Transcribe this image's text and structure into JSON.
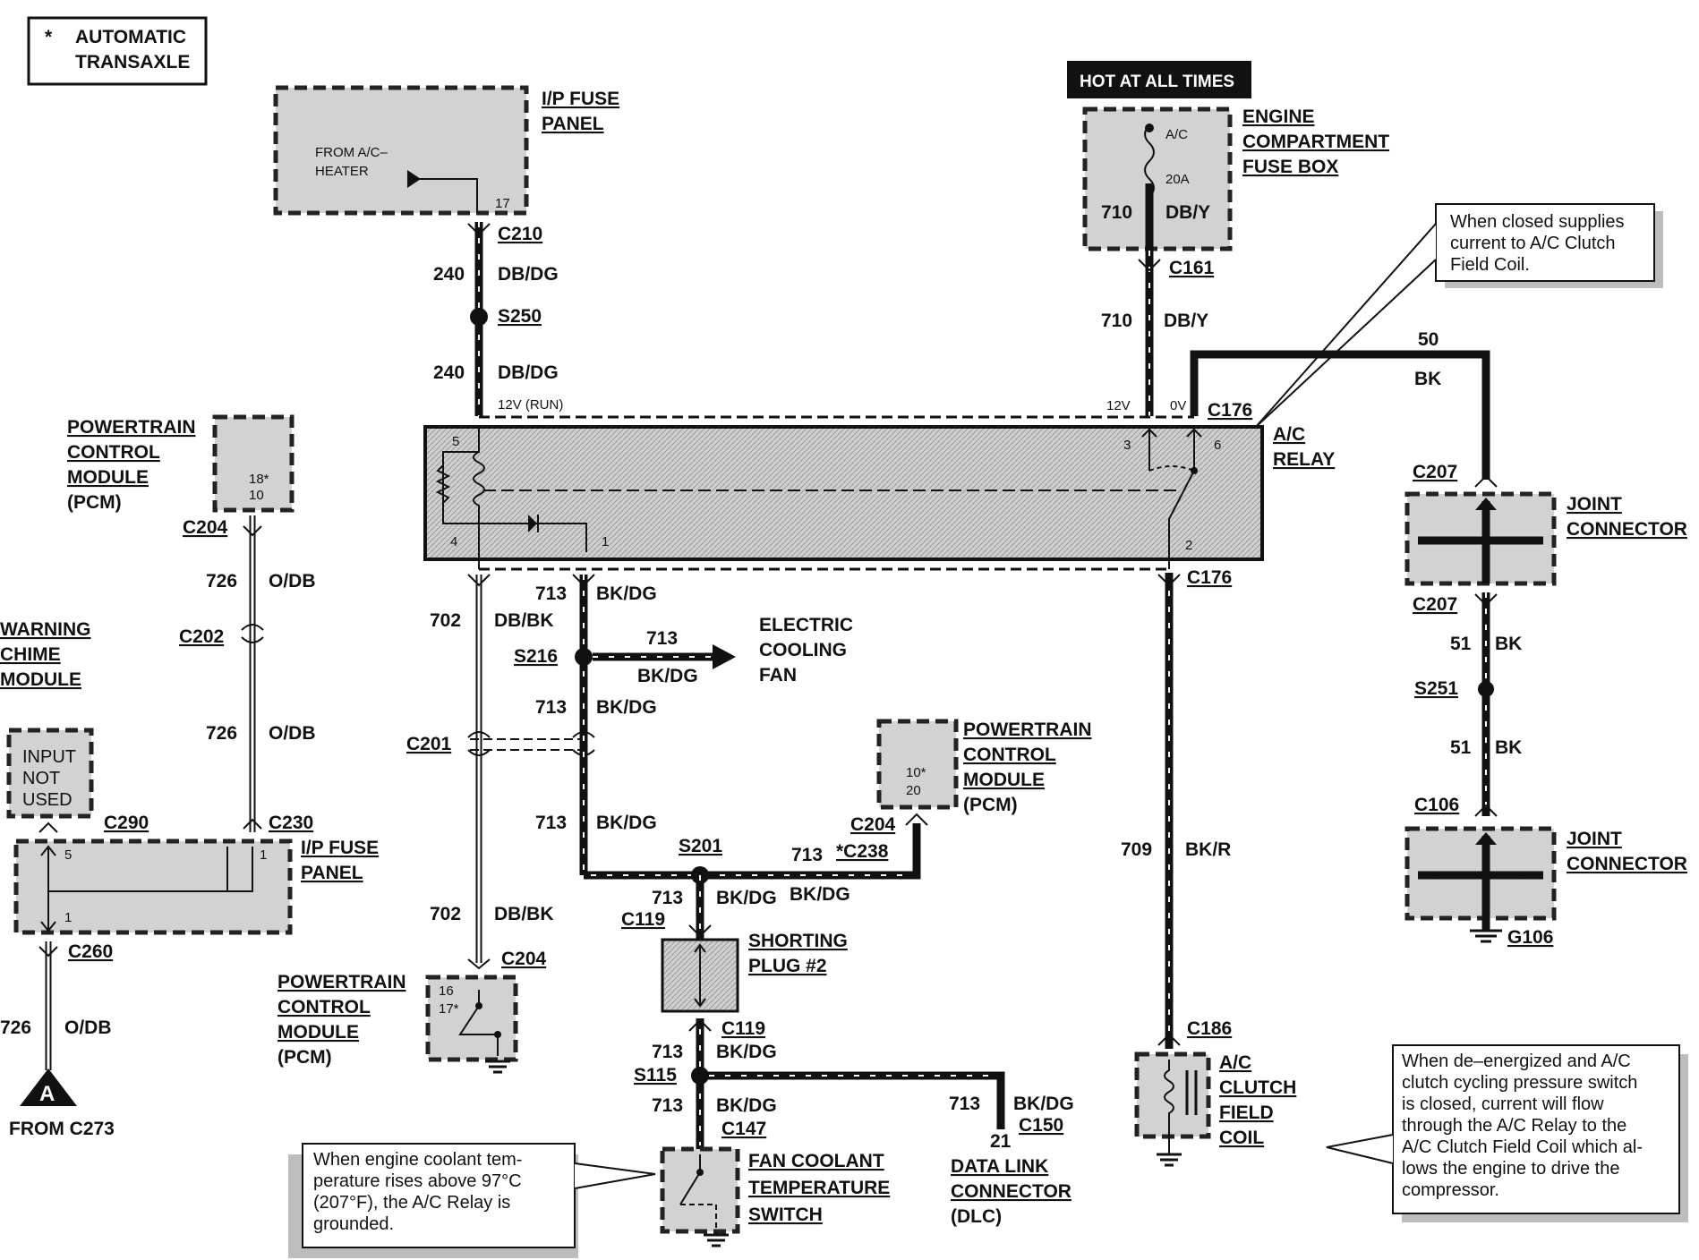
{
  "legend": {
    "star": "*",
    "line1": "AUTOMATIC",
    "line2": "TRANSAXLE"
  },
  "hot_banner": "HOT AT ALL TIMES",
  "components": {
    "ip_fuse_panel_top": {
      "l1": "I/P FUSE",
      "l2": "PANEL",
      "inner1": "FROM A/C–",
      "inner2": "HEATER",
      "pin": "17"
    },
    "engine_fuse_box": {
      "l1": "ENGINE",
      "l2": "COMPARTMENT",
      "l3": "FUSE BOX",
      "inner_ac": "A/C",
      "inner_amp": "20A",
      "circuit": "710",
      "color": "DB/Y"
    },
    "pcm_top": {
      "l1": "POWERTRAIN",
      "l2": "CONTROL",
      "l3": "MODULE",
      "l4": "(PCM)",
      "pin_a": "18*",
      "pin_b": "10"
    },
    "warning_chime": {
      "l1": "WARNING",
      "l2": "CHIME",
      "l3": "MODULE"
    },
    "input_not_used": {
      "l1": "INPUT",
      "l2": "NOT",
      "l3": "USED"
    },
    "ip_fuse_panel_bottom": {
      "l1": "I/P FUSE",
      "l2": "PANEL",
      "pin_a": "5",
      "pin_b": "1",
      "pin_c": "1"
    },
    "ac_relay": {
      "l1": "A/C",
      "l2": "RELAY",
      "v12": "12V",
      "v0": "0V",
      "run": "12V (RUN)",
      "pin5": "5",
      "pin4": "4",
      "pin1": "1",
      "pin3": "3",
      "pin6": "6",
      "pin2": "2"
    },
    "joint_connector_1": {
      "l1": "JOINT",
      "l2": "CONNECTOR"
    },
    "joint_connector_2": {
      "l1": "JOINT",
      "l2": "CONNECTOR"
    },
    "electric_cooling_fan": {
      "l1": "ELECTRIC",
      "l2": "COOLING",
      "l3": "FAN"
    },
    "pcm_mid": {
      "l1": "POWERTRAIN",
      "l2": "CONTROL",
      "l3": "MODULE",
      "l4": "(PCM)",
      "pin_a": "10*",
      "pin_b": "20"
    },
    "pcm_bottom": {
      "l1": "POWERTRAIN",
      "l2": "CONTROL",
      "l3": "MODULE",
      "l4": "(PCM)",
      "pin_a": "16",
      "pin_b": "17*"
    },
    "shorting_plug": {
      "l1": "SHORTING",
      "l2": "PLUG #2"
    },
    "fan_coolant_switch": {
      "l1": "FAN COOLANT",
      "l2": "TEMPERATURE",
      "l3": "SWITCH"
    },
    "dlc": {
      "l1": "DATA LINK",
      "l2": "CONNECTOR",
      "l3": "(DLC)",
      "pin": "21"
    },
    "ac_clutch": {
      "l1": "A/C",
      "l2": "CLUTCH",
      "l3": "FIELD",
      "l4": "COIL"
    },
    "from_c273": {
      "letter": "A",
      "label": "FROM C273"
    }
  },
  "connectors": {
    "c210": "C210",
    "s250": "S250",
    "c161": "C161",
    "c176_top": "C176",
    "c176_bot": "C176",
    "c204_top": "C204",
    "c202": "C202",
    "c290": "C290",
    "c230": "C230",
    "c260": "C260",
    "c201": "C201",
    "s216": "S216",
    "c204_mid": "C204",
    "c238": "*C238",
    "s201": "S201",
    "c119_top": "C119",
    "c119_bot": "C119",
    "s115": "S115",
    "c147": "C147",
    "c150": "C150",
    "c204_bot": "C204",
    "c207_top": "C207",
    "c207_bot": "C207",
    "s251": "S251",
    "c106": "C106",
    "g106": "G106",
    "c186": "C186"
  },
  "wires": {
    "w240a_num": "240",
    "w240a_col": "DB/DG",
    "w240b_num": "240",
    "w240b_col": "DB/DG",
    "w710_num": "710",
    "w710_col": "DB/Y",
    "w50_num": "50",
    "w50_col": "BK",
    "w726a_num": "726",
    "w726a_col": "O/DB",
    "w726b_num": "726",
    "w726b_col": "O/DB",
    "w726c_num": "726",
    "w726c_col": "O/DB",
    "w702a_num": "702",
    "w702a_col": "DB/BK",
    "w702b_num": "702",
    "w702b_col": "DB/BK",
    "w713a_num": "713",
    "w713a_col": "BK/DG",
    "w713fan_num": "713",
    "w713fan_col": "BK/DG",
    "w713b_num": "713",
    "w713b_col": "BK/DG",
    "w713c_num": "713",
    "w713c_col": "BK/DG",
    "w713d_num": "713",
    "w713d_col": "BK/DG",
    "w713e_num": "713",
    "w713e_col": "BK/DG",
    "w713f_num": "713",
    "w713f_col": "BK/DG",
    "w713g_num": "713",
    "w713g_col": "BK/DG",
    "w713h_num": "713",
    "w713h_col": "BK/DG",
    "w709_num": "709",
    "w709_col": "BK/R",
    "w51a_num": "51",
    "w51a_col": "BK",
    "w51b_num": "51",
    "w51b_col": "BK"
  },
  "notes": {
    "relay_note": [
      "When closed supplies",
      "current to A/C Clutch",
      "Field Coil."
    ],
    "coolant_note": [
      "When engine coolant tem-",
      "perature rises above 97°C",
      "(207°F), the A/C Relay is",
      "grounded."
    ],
    "clutch_note": [
      "When de–energized and A/C",
      "clutch cycling pressure switch",
      "is closed, current will flow",
      "through the A/C Relay to the",
      "A/C Clutch Field Coil which al-",
      "lows the engine to drive the",
      "compressor."
    ]
  }
}
